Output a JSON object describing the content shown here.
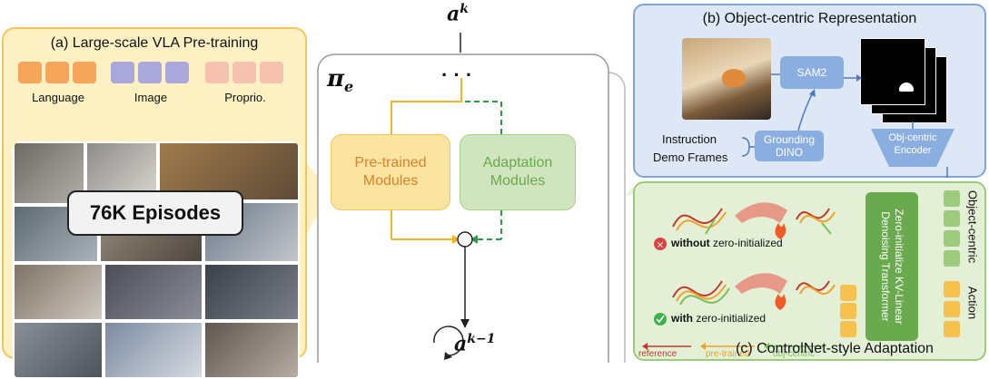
{
  "panel_a": {
    "title": "(a) Large-scale VLA Pre-training",
    "token_labels": [
      "Language",
      "Image",
      "Proprio."
    ],
    "episodes_label": "76K Episodes"
  },
  "panel_b": {
    "title": "(b) Object-centric Representation",
    "sam2": "SAM2",
    "grounding_dino": "Grounding DINO",
    "inputs": [
      "Instruction",
      "Demo Frames"
    ],
    "encoder": "Obj-centric Encoder"
  },
  "panel_c": {
    "title": "(c) ControlNet-style Adaptation",
    "without_bold": "without",
    "without_rest": "zero-initialized",
    "with_bold": "with",
    "with_rest": "zero-initialized",
    "transformer": "Zero-initialize KV-Linear Denoising Transformer",
    "side_labels": [
      "Object-centric",
      "Action"
    ],
    "legend": [
      "reference",
      "pre-trained",
      "obj-centric"
    ]
  },
  "center": {
    "policy": "π",
    "policy_sub": "e",
    "top_action": "a",
    "top_sup": "k",
    "bottom_action": "a",
    "bottom_sup": "k−1",
    "ellipsis": "· · ·",
    "pretrained_module": "Pre-trained Modules",
    "adaptation_module": "Adaptation Modules",
    "sum_symbol": "+"
  },
  "colors": {
    "orange": "#f5a65b",
    "purple": "#a9a7dc",
    "peach": "#f7c1b0",
    "yellow_border": "#f2c75a",
    "green_border": "#9ccb7c",
    "blue_border": "#7fa5d6",
    "sam_box": "#8aaee0",
    "pretrained_text": "#d9822b",
    "adaptation_text": "#6aa84f",
    "reference": "#c0392b",
    "pretrained_line": "#f0a12a",
    "objcentric_line": "#7cbd5a"
  }
}
